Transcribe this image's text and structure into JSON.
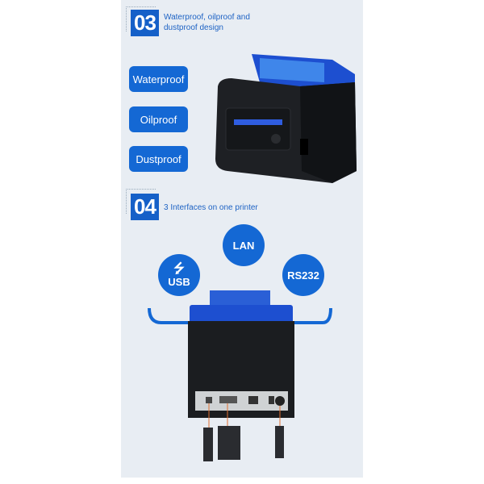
{
  "section3": {
    "number": "03",
    "title_line1": "Waterproof, oilproof and",
    "title_line2": "dustproof design"
  },
  "features": [
    "Waterproof",
    "Oilproof",
    "Dustproof"
  ],
  "section4": {
    "number": "04",
    "title": "3 Interfaces on one printer"
  },
  "interfaces": {
    "lan": "LAN",
    "usb": "USB",
    "rs232": "RS232"
  },
  "colors": {
    "accent": "#1468d4",
    "background": "#e8edf3"
  }
}
